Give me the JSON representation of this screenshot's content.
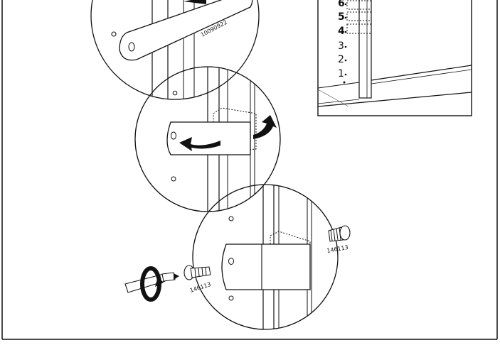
{
  "labels": {
    "part_bracket": "10090922",
    "part_screw_left": "146113",
    "part_screw_right": "146113"
  },
  "shelf_positions": [
    {
      "label": "6",
      "bold": true
    },
    {
      "label": "5",
      "bold": true
    },
    {
      "label": "4",
      "bold": true
    },
    {
      "label": "3",
      "bold": false
    },
    {
      "label": "2",
      "bold": false
    },
    {
      "label": "1",
      "bold": false
    }
  ],
  "icons": [
    "rotate-arrow-icon",
    "bend-arrow-icon",
    "screwdriver-icon",
    "screw-icon"
  ],
  "colors": {
    "line": "#111111",
    "background": "#ffffff"
  }
}
